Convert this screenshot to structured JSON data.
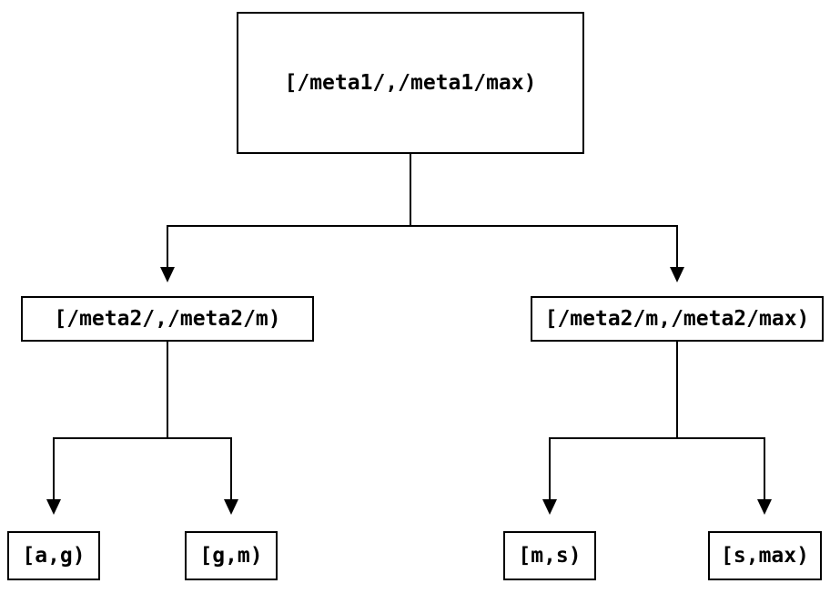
{
  "diagram": {
    "colors": {
      "line": "#000000",
      "box_border": "#000000",
      "text": "#000000",
      "background": "#ffffff"
    },
    "root": {
      "label": "[/meta1/,/meta1/max)",
      "children": [
        {
          "label": "[/meta2/,/meta2/m)",
          "children": [
            {
              "label": "[a,g)"
            },
            {
              "label": "[g,m)"
            }
          ]
        },
        {
          "label": "[/meta2/m,/meta2/max)",
          "children": [
            {
              "label": "[m,s)"
            },
            {
              "label": "[s,max)"
            }
          ]
        }
      ]
    }
  }
}
